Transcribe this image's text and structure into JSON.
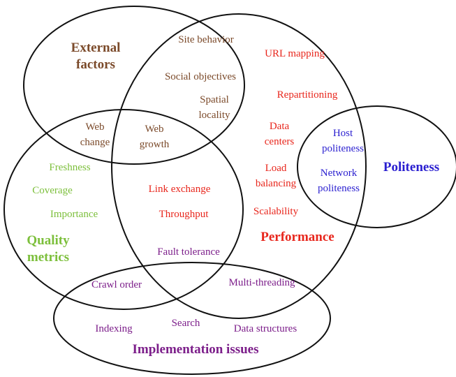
{
  "colors": {
    "outline": "#111111",
    "external": "#7b4a2a",
    "performance": "#e8261c",
    "politeness": "#2a1fd0",
    "quality": "#7cbf3b",
    "implementation": "#7c1e8a"
  },
  "groups": {
    "external": "External factors",
    "performance": "Performance",
    "politeness": "Politeness",
    "quality": "Quality metrics",
    "implementation": "Implementation issues"
  },
  "items": {
    "site_behavior": "Site behavior",
    "social_objectives": "Social objectives",
    "spatial_locality": "Spatial locality",
    "web_change": "Web change",
    "web_growth": "Web growth",
    "url_mapping": "URL mapping",
    "repartitioning": "Repartitioning",
    "data_centers": "Data centers",
    "load_balancing": "Load balancing",
    "scalability": "Scalability",
    "host_politeness": "Host politeness",
    "network_politeness": "Network politeness",
    "freshness": "Freshness",
    "coverage": "Coverage",
    "importance": "Importance",
    "link_exchange": "Link exchange",
    "throughput": "Throughput",
    "fault_tolerance": "Fault tolerance",
    "crawl_order": "Crawl order",
    "multi_threading": "Multi-threading",
    "indexing": "Indexing",
    "search": "Search",
    "data_structures": "Data structures"
  }
}
